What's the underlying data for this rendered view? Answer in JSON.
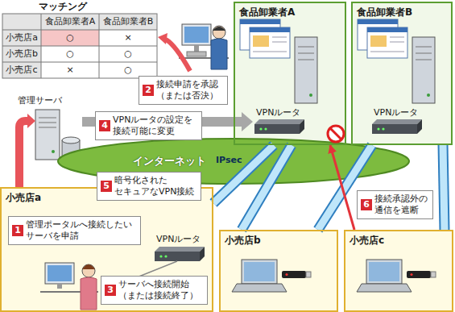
{
  "diagram": {
    "nodes": [
      {
        "text": [
          "食品卸業者A"
        ]
      },
      {
        "text": [
          "食品卸業者B"
        ]
      },
      {
        "text": [
          "2",
          "接続申請を承認 （または否決）"
        ]
      },
      {
        "text": [
          "4",
          "VPNルータの設定を 接続可能に変更"
        ]
      },
      {
        "text": [
          "インターネット"
        ]
      },
      {
        "text": [
          "5",
          "暗号化された セキュアなVPN接続"
        ]
      },
      {
        "text": [
          "6",
          "接続承認外の 通信を遮断"
        ]
      },
      {
        "text": [
          "小売店a"
        ]
      },
      {
        "text": [
          "1",
          "管理ポータルへ接続したい サーバを申請"
        ],
        "in": 7
      },
      {
        "text": [
          "3",
          "サーバへ接続開始 （または接続終了）"
        ],
        "in": 7
      },
      {
        "text": [
          "小売店b"
        ]
      },
      {
        "text": [
          "小売店c"
        ]
      }
    ],
    "edges": [
      {
        "from": 7,
        "to": 0,
        "arrow": "none"
      },
      {
        "from": 10,
        "to": 0,
        "arrow": "none"
      },
      {
        "from": 10,
        "to": 1,
        "arrow": "none"
      },
      {
        "from": 11,
        "to": 1,
        "arrow": "none"
      },
      {
        "from": 11,
        "to": 0,
        "arrow": "to"
      }
    ],
    "labels": [
      "マッチング",
      "食品卸業者A",
      "食品卸業者B",
      "小売店a",
      "○",
      "×",
      "小売店b",
      "○",
      "○",
      "小売店c",
      "×",
      "○",
      "管理サーバ",
      "VPNルータ",
      "VPNルータ",
      "IPsec",
      "VPNルータ"
    ]
  }
}
